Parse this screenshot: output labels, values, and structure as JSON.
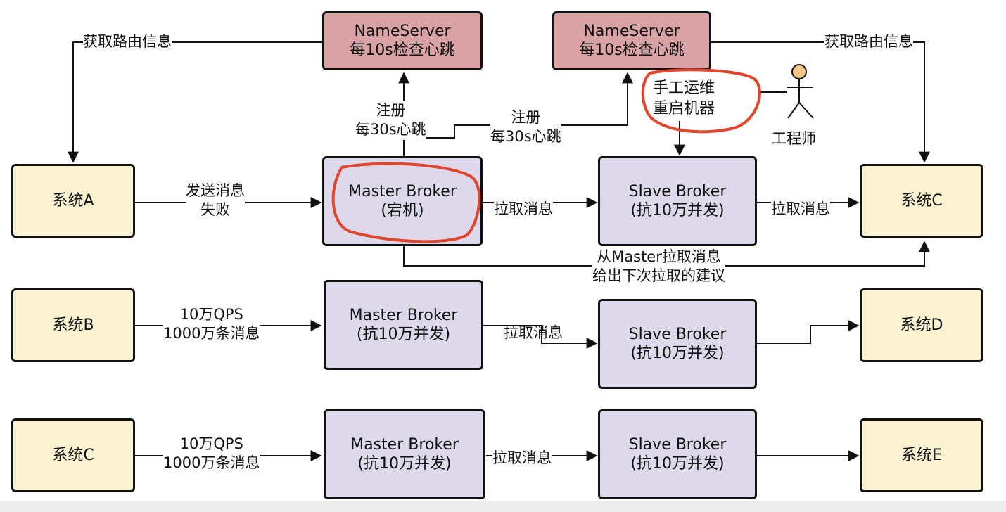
{
  "nameservers": [
    {
      "line1": "NameServer",
      "line2": "每10s检查心跳"
    },
    {
      "line1": "NameServer",
      "line2": "每10s检查心跳"
    }
  ],
  "rows": [
    {
      "system_in": "系统A",
      "send_label": [
        "发送消息",
        "失败"
      ],
      "master": [
        "Master Broker",
        "(宕机)"
      ],
      "pull_label": "拉取消息",
      "slave": [
        "Slave Broker",
        "(抗10万并发)"
      ],
      "out_label": "拉取消息",
      "system_out": "系统C"
    },
    {
      "system_in": "系统B",
      "send_label": [
        "10万QPS",
        "1000万条消息"
      ],
      "master": [
        "Master Broker",
        "(抗10万并发)"
      ],
      "pull_label": "拉取消息",
      "slave": [
        "Slave Broker",
        "(抗10万并发)"
      ],
      "out_label": "",
      "system_out": "系统D"
    },
    {
      "system_in": "系统C",
      "send_label": [
        "10万QPS",
        "1000万条消息"
      ],
      "master": [
        "Master Broker",
        "(抗10万并发)"
      ],
      "pull_label": "拉取消息",
      "slave": [
        "Slave Broker",
        "(抗10万并发)"
      ],
      "out_label": "",
      "system_out": "系统E"
    }
  ],
  "route_left": "获取路由信息",
  "route_right": "获取路由信息",
  "register_1": [
    "注册",
    "每30s心跳"
  ],
  "register_2": [
    "注册",
    "每30s心跳"
  ],
  "manual_ops": [
    "手工运维",
    "重启机器"
  ],
  "engineer": "工程师",
  "pull_from_master": [
    "从Master拉取消息",
    "给出下次拉取的建议"
  ],
  "colors": {
    "nameserver_fill": "#d9a3a5",
    "broker_fill": "#ddd8ea",
    "system_fill": "#fbf3d2",
    "highlight_circle": "#e0452e",
    "engineer_head": "#f6c98a"
  }
}
